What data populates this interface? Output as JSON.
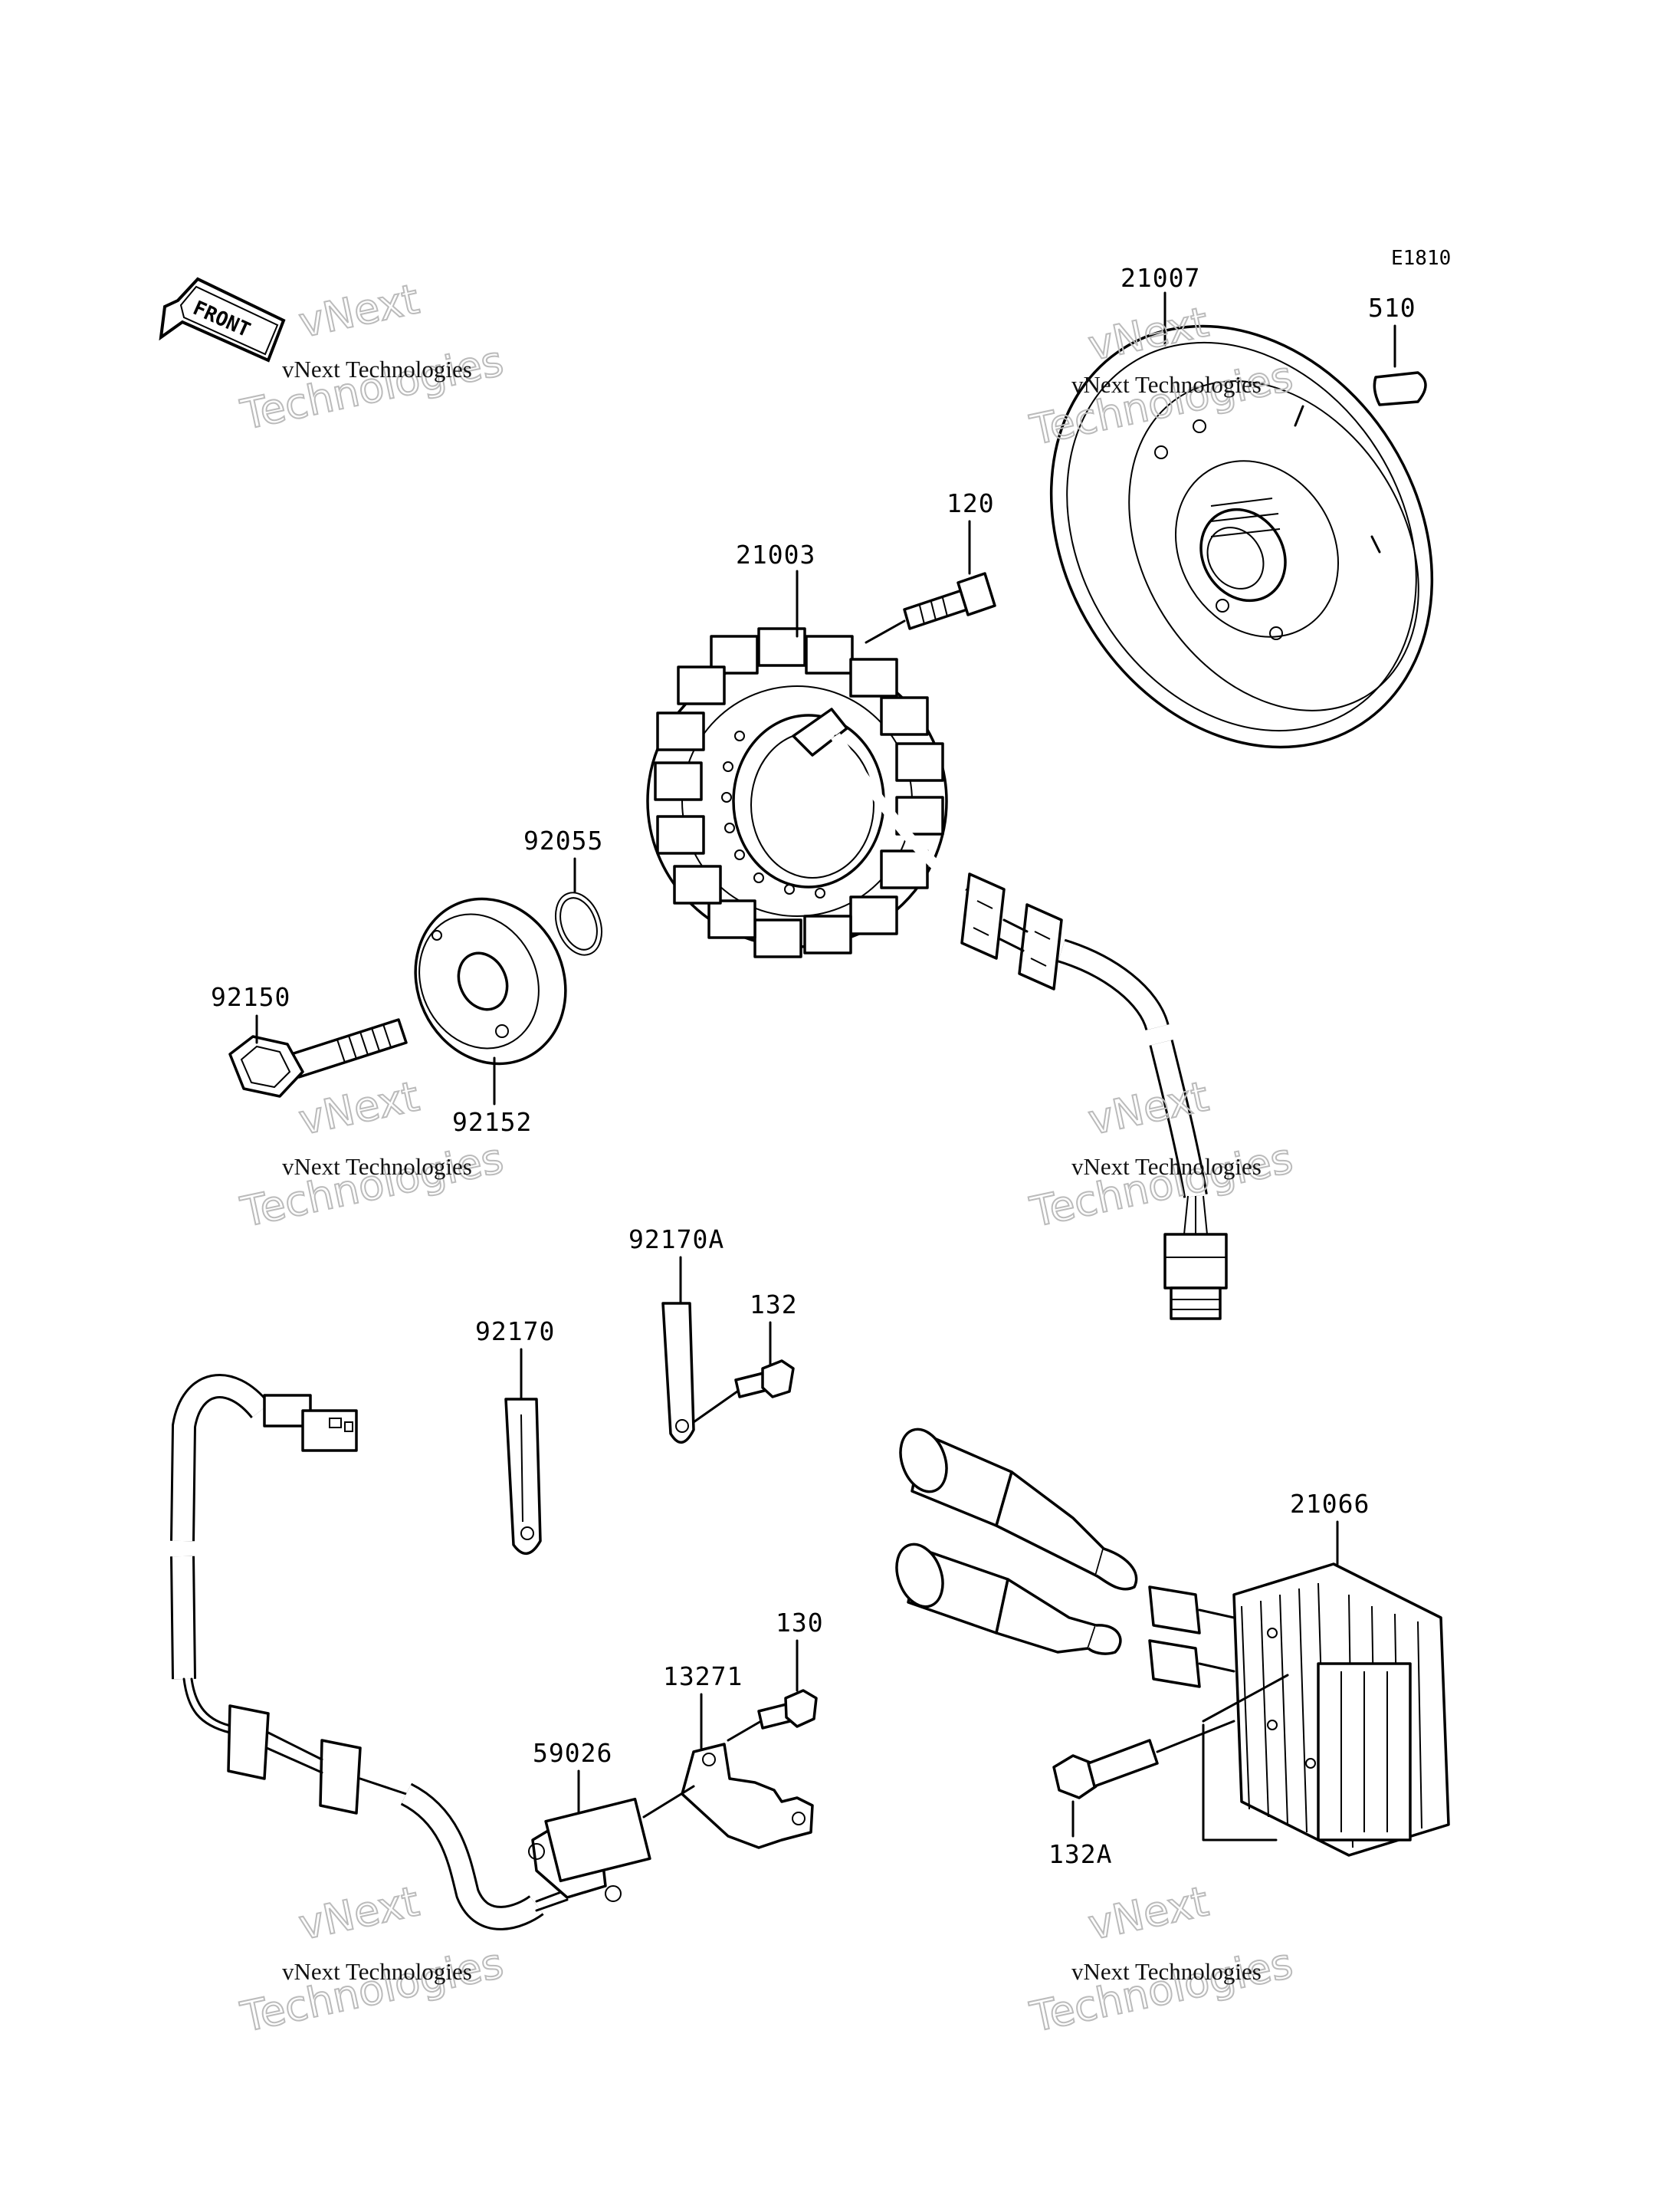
{
  "diagram_code": "E1810",
  "orientation": {
    "label": "FRONT",
    "icon": "front-arrow-icon"
  },
  "watermark": {
    "line1": "vNext Technologies",
    "big_top": "vNext",
    "big_bottom": "Technologies"
  },
  "parts": {
    "p21007": "21007",
    "p510": "510",
    "p120": "120",
    "p21003": "21003",
    "p92055": "92055",
    "p92150": "92150",
    "p92152": "92152",
    "p92170A": "92170A",
    "p132": "132",
    "p92170": "92170",
    "p21066": "21066",
    "p130": "130",
    "p13271": "13271",
    "p59026": "59026",
    "p132A": "132A"
  }
}
